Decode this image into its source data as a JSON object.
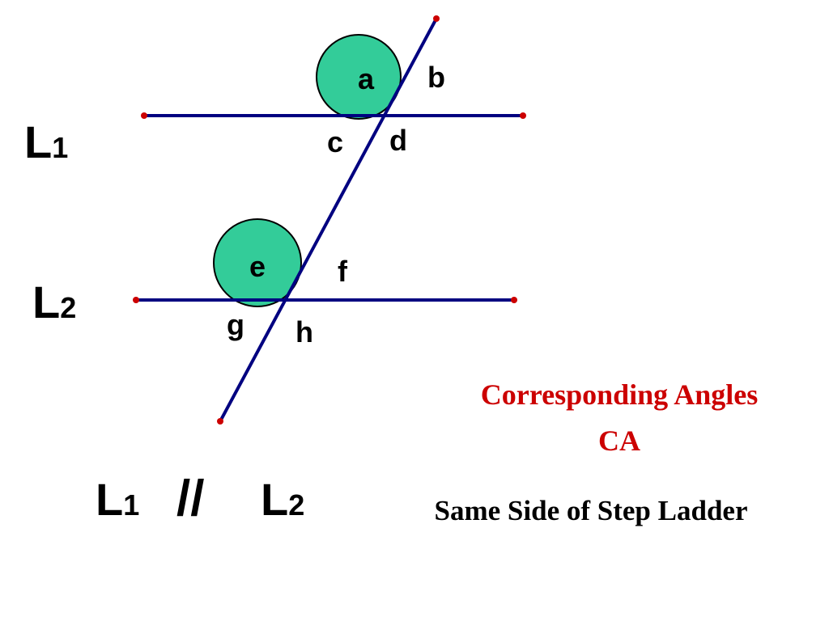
{
  "labels": {
    "a": "a",
    "b": "b",
    "c": "c",
    "d": "d",
    "e": "e",
    "f": "f",
    "g": "g",
    "h": "h"
  },
  "lines": {
    "l1_letter": "L",
    "l1_sub": "1",
    "l2_letter": "L",
    "l2_sub": "2"
  },
  "statement": {
    "left_letter": "L",
    "left_sub": "1",
    "symbol": "//",
    "right_letter": "L",
    "right_sub": "2"
  },
  "caption": {
    "title": "Corresponding Angles",
    "abbreviation": "CA",
    "note": "Same Side of Step Ladder"
  },
  "colors": {
    "line": "#000080",
    "point": "#cc0000",
    "angle_fill": "#33cc99",
    "caption_title": "#cc0000",
    "text": "#000000"
  }
}
